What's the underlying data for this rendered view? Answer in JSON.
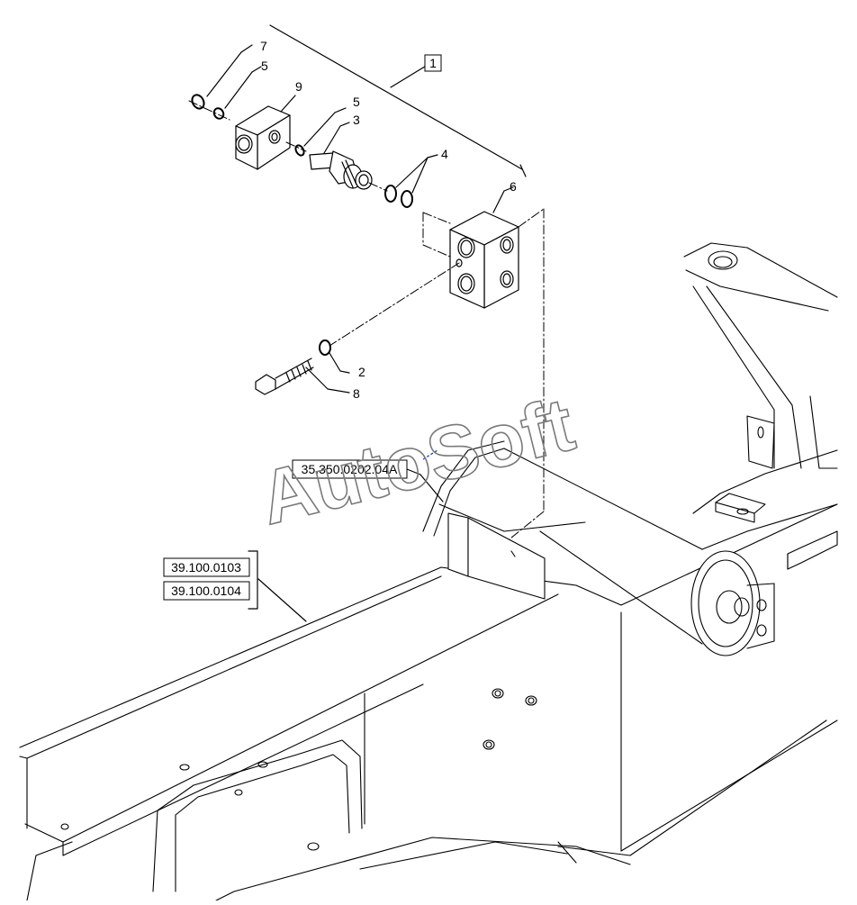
{
  "diagram": {
    "callouts": {
      "c1": "1",
      "c2": "2",
      "c3": "3",
      "c4": "4",
      "c5a": "5",
      "c5b": "5",
      "c6": "6",
      "c7": "7",
      "c8": "8",
      "c9": "9"
    },
    "references": {
      "ref_a": "35.350.0202.04A",
      "ref_b": "39.100.0103",
      "ref_c": "39.100.0104"
    },
    "watermark": "AutoSoft"
  },
  "colors": {
    "line": "#000000",
    "background": "#ffffff",
    "watermark_stroke": "#7a7a7a",
    "link_marker": "#1a3fd8"
  }
}
